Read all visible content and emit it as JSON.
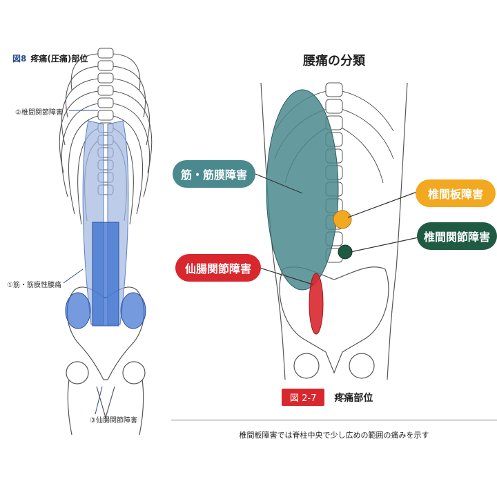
{
  "left_figure": {
    "figure_number": "図8",
    "figure_title": "疼痛(圧痛)部位",
    "label_facet": "②椎間関節障害",
    "label_muscle": "①筋・筋膜性腰痛",
    "label_si": "③仙腸関節障害",
    "colors": {
      "highlight_light": "#9fb6e0",
      "highlight_dark": "#3a6fcf"
    }
  },
  "right_figure": {
    "title": "腰痛の分類",
    "labels": {
      "muscle": "筋・筋膜障害",
      "si_joint": "仙腸関節障害",
      "disc": "椎間板障害",
      "facet": "椎間関節障害"
    },
    "colors": {
      "muscle": "#4a8a8e",
      "si_joint": "#d9272e",
      "disc": "#f2a81f",
      "facet": "#1f5a42"
    },
    "caption_number": "図 2-7",
    "caption_text": "疼痛部位"
  },
  "footnote": "椎間板障害では脊柱中央で少し広めの範囲の痛みを示す"
}
